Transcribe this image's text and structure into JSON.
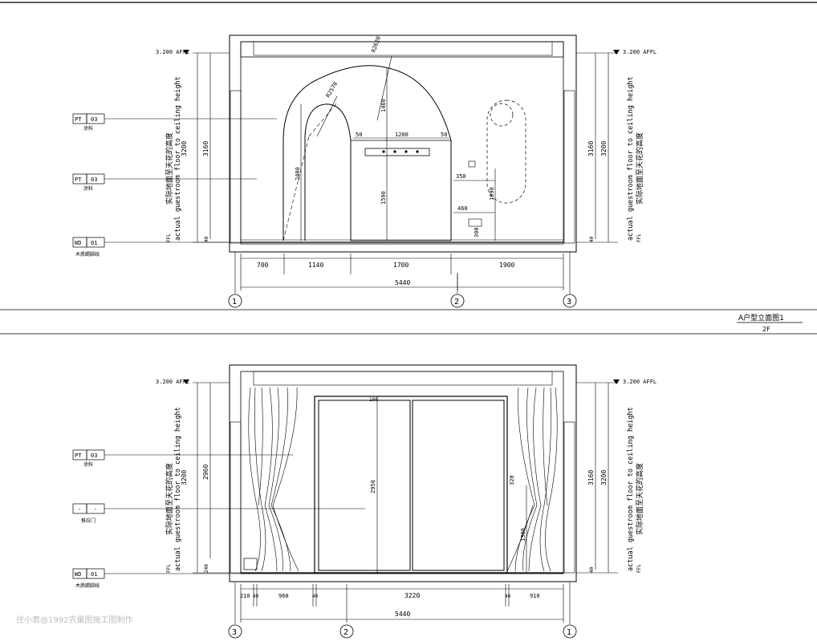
{
  "elevation_top": {
    "ceiling_level": "3.200 AFFL",
    "floor_level": "FFL",
    "height_note_cn": "实际地面至天花的高度",
    "height_note_en": "actual guestroom floor to ceiling height",
    "left_dims": {
      "total": "3200",
      "inner": "3160",
      "top_small": "40"
    },
    "right_dims": {
      "total": "3200",
      "inner": "3160",
      "bottom_small": "40"
    },
    "tags": [
      {
        "code": "PT",
        "num": "03",
        "desc": "涂料"
      },
      {
        "code": "PT",
        "num": "03",
        "desc": "涂料"
      },
      {
        "code": "WD",
        "num": "01",
        "desc": "木质踢脚线"
      }
    ],
    "arch_dims": {
      "r_top": "R2620",
      "r_inner": "R2570",
      "arch_h": "1460",
      "span": "1200",
      "gap_l": "50",
      "gap_r": "50",
      "door_h": "2400",
      "niche_h": "1590"
    },
    "wall_dims": {
      "d350": "350",
      "d1090": "1090",
      "d460": "460",
      "d300": "300"
    },
    "bottom_dims": [
      "700",
      "1140",
      "1700",
      "1900"
    ],
    "overall": "5440",
    "grid": [
      "1",
      "2",
      "3"
    ],
    "title": "A户型立面图1",
    "subtitle": "2F"
  },
  "elevation_bottom": {
    "ceiling_level": "3.200 AFFL",
    "floor_level": "FFL",
    "height_note_cn": "实际地面至天花的高度",
    "height_note_en": "actual guestroom floor to ceiling height",
    "left_dims": {
      "total": "3200",
      "inner": "2960",
      "bottom_small": "240"
    },
    "right_dims": {
      "total": "3200",
      "inner": "3160",
      "bottom_small": "40"
    },
    "tags": [
      {
        "code": "PT",
        "num": "03",
        "desc": "涂料"
      },
      {
        "code": "-",
        "num": "-",
        "desc": "推拉门"
      },
      {
        "code": "WD",
        "num": "01",
        "desc": "木质踢脚线"
      }
    ],
    "door_dims": {
      "height": "2950",
      "top": "100",
      "side1": "320",
      "side2": "1300"
    },
    "bottom_dims": [
      "210",
      "40",
      "960",
      "40",
      "3220",
      "40",
      "910"
    ],
    "overall": "5440",
    "grid": [
      "3",
      "2",
      "1"
    ]
  },
  "watermark": "住小君@1992农巢图施工图制作"
}
